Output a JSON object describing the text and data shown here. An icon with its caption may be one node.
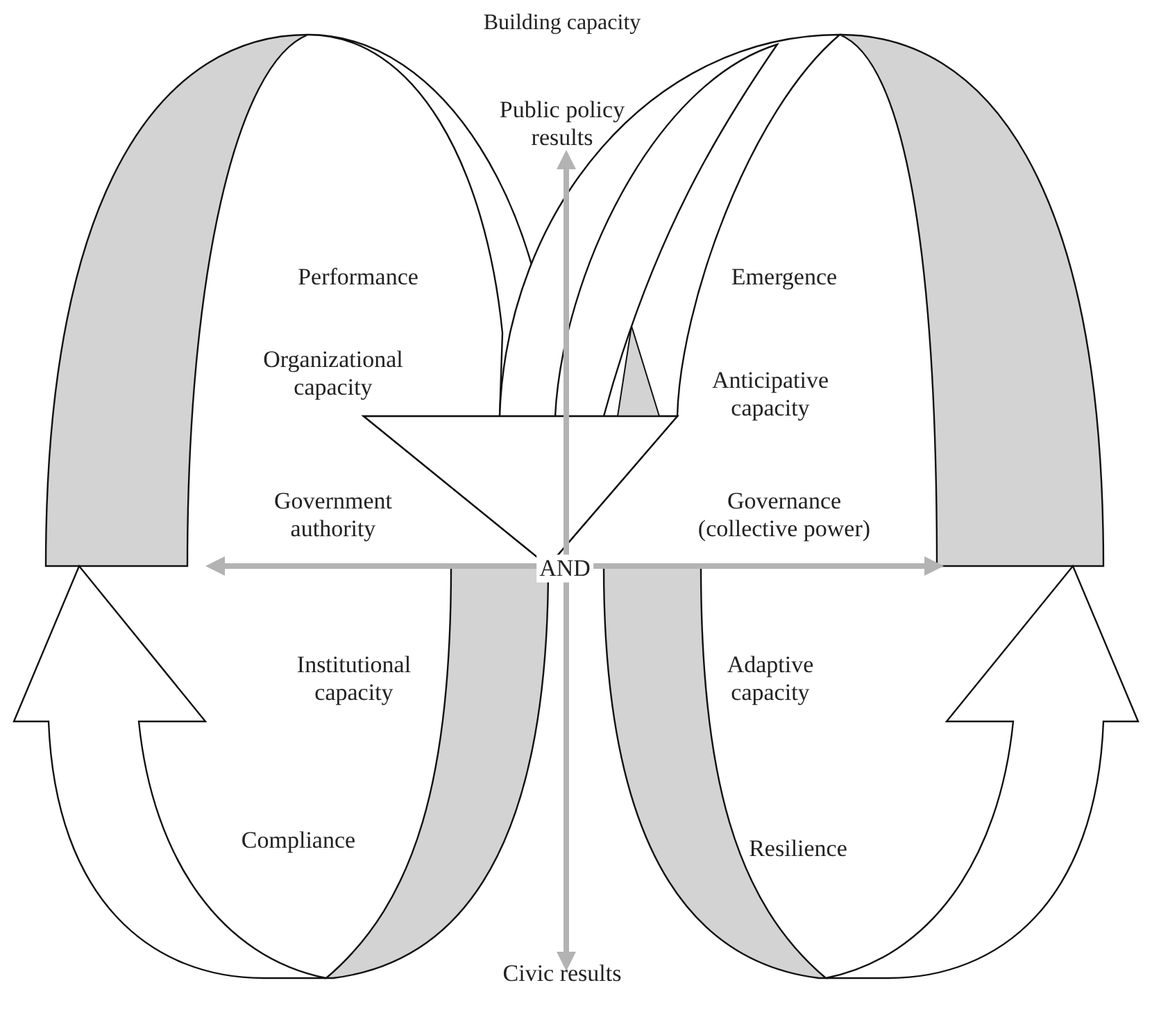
{
  "diagram": {
    "title": "Building capacity",
    "labels": [
      "Public policy results",
      "Performance",
      "Emergence",
      "Organizational capacity",
      "Anticipative capacity",
      "Government authority",
      "Governance (collective power)",
      "AND",
      "Institutional capacity",
      "Adaptive capacity",
      "Compliance",
      "Resilience",
      "Civic results"
    ]
  }
}
